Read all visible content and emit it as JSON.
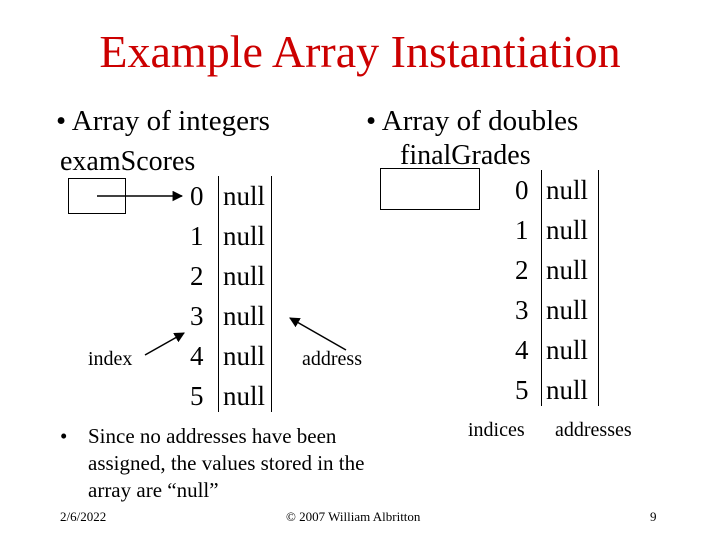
{
  "title": "Example Array Instantiation",
  "colors": {
    "title": "#cc0000",
    "text": "#000000"
  },
  "left": {
    "bullet": "• Array of integers",
    "var_name": "examScores",
    "indices": [
      "0",
      "1",
      "2",
      "3",
      "4",
      "5"
    ],
    "values": [
      "null",
      "null",
      "null",
      "null",
      "null",
      "null"
    ],
    "index_label": "index",
    "address_label": "address"
  },
  "right": {
    "bullet": "• Array of doubles",
    "var_name": "finalGrades",
    "indices": [
      "0",
      "1",
      "2",
      "3",
      "4",
      "5"
    ],
    "values": [
      "null",
      "null",
      "null",
      "null",
      "null",
      "null"
    ],
    "indices_label": "indices",
    "addresses_label": "addresses"
  },
  "note": {
    "bullet": "•",
    "lines": [
      "Since no addresses have been",
      "assigned, the values stored in the",
      "array are “null”"
    ]
  },
  "footer": {
    "date": "2/6/2022",
    "copyright": "© 2007 William Albritton",
    "page": "9"
  }
}
